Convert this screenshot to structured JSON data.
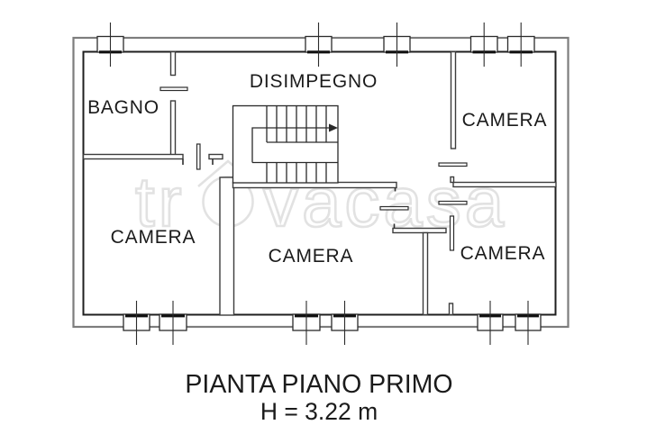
{
  "plan": {
    "caption": {
      "title": "PIANTA PIANO PRIMO",
      "height_note": "H = 3.22 m"
    },
    "rooms": [
      {
        "id": "bagno",
        "label": "BAGNO"
      },
      {
        "id": "disimpegno",
        "label": "DISIMPEGNO"
      },
      {
        "id": "camera-top-right",
        "label": "CAMERA"
      },
      {
        "id": "camera-left",
        "label": "CAMERA"
      },
      {
        "id": "camera-middle",
        "label": "CAMERA"
      },
      {
        "id": "camera-bottom-right",
        "label": "CAMERA"
      }
    ],
    "watermark": {
      "full_text": "trovacasa",
      "text_left": "tr",
      "text_right": "vacasa",
      "house_icon": "house-o-icon"
    },
    "colors": {
      "background": "#ffffff",
      "wall_dark": "#1f1f1f",
      "wall_outer_gray": "#7d7d7d",
      "interior_wall": "#3c3c3c",
      "watermark": "#e2e2e2",
      "text": "#1b1b1b"
    }
  }
}
